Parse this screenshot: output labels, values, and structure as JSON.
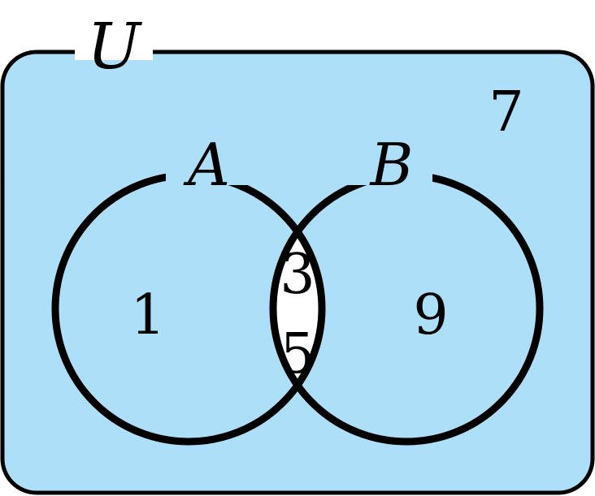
{
  "diagram": {
    "universe_label": "U",
    "set_a_label": "A",
    "set_b_label": "B",
    "regions": {
      "only_a": [
        "1"
      ],
      "a_and_b": [
        "3",
        "5"
      ],
      "only_b": [
        "9"
      ],
      "outside": [
        "7"
      ]
    }
  },
  "colors": {
    "universe_fill": "#ADDFF9",
    "intersection_fill": "#FFFFFF",
    "stroke": "#000000"
  }
}
